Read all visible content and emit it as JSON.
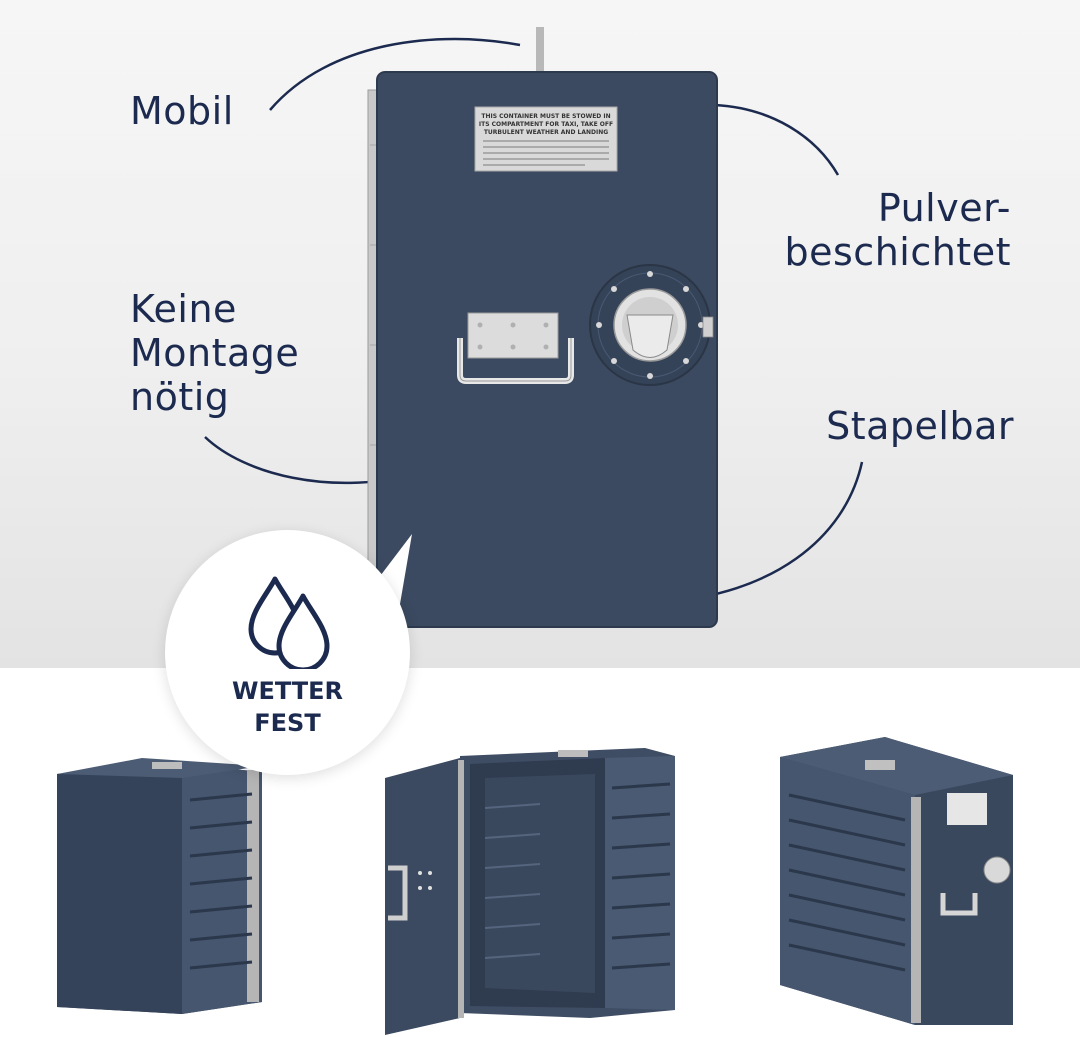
{
  "callouts": {
    "mobil": "Mobil",
    "pulver_line1": "Pulver-",
    "pulver_line2": "beschichtet",
    "keine_line1": "Keine",
    "keine_line2": "Montage",
    "keine_line3": "nötig",
    "stapelbar": "Stapelbar"
  },
  "badge": {
    "icon": "water-drops-icon",
    "line1": "WETTER",
    "line2": "FEST"
  },
  "door_label": {
    "line1": "THIS CONTAINER MUST BE STOWED IN",
    "line2": "ITS COMPARTMENT FOR TAXI, TAKE OFF",
    "line3": "TURBULENT WEATHER AND LANDING"
  },
  "colors": {
    "text_navy": "#1b2a4e",
    "container_blue": "#3b4a60",
    "metal": "#c4c4c4"
  }
}
